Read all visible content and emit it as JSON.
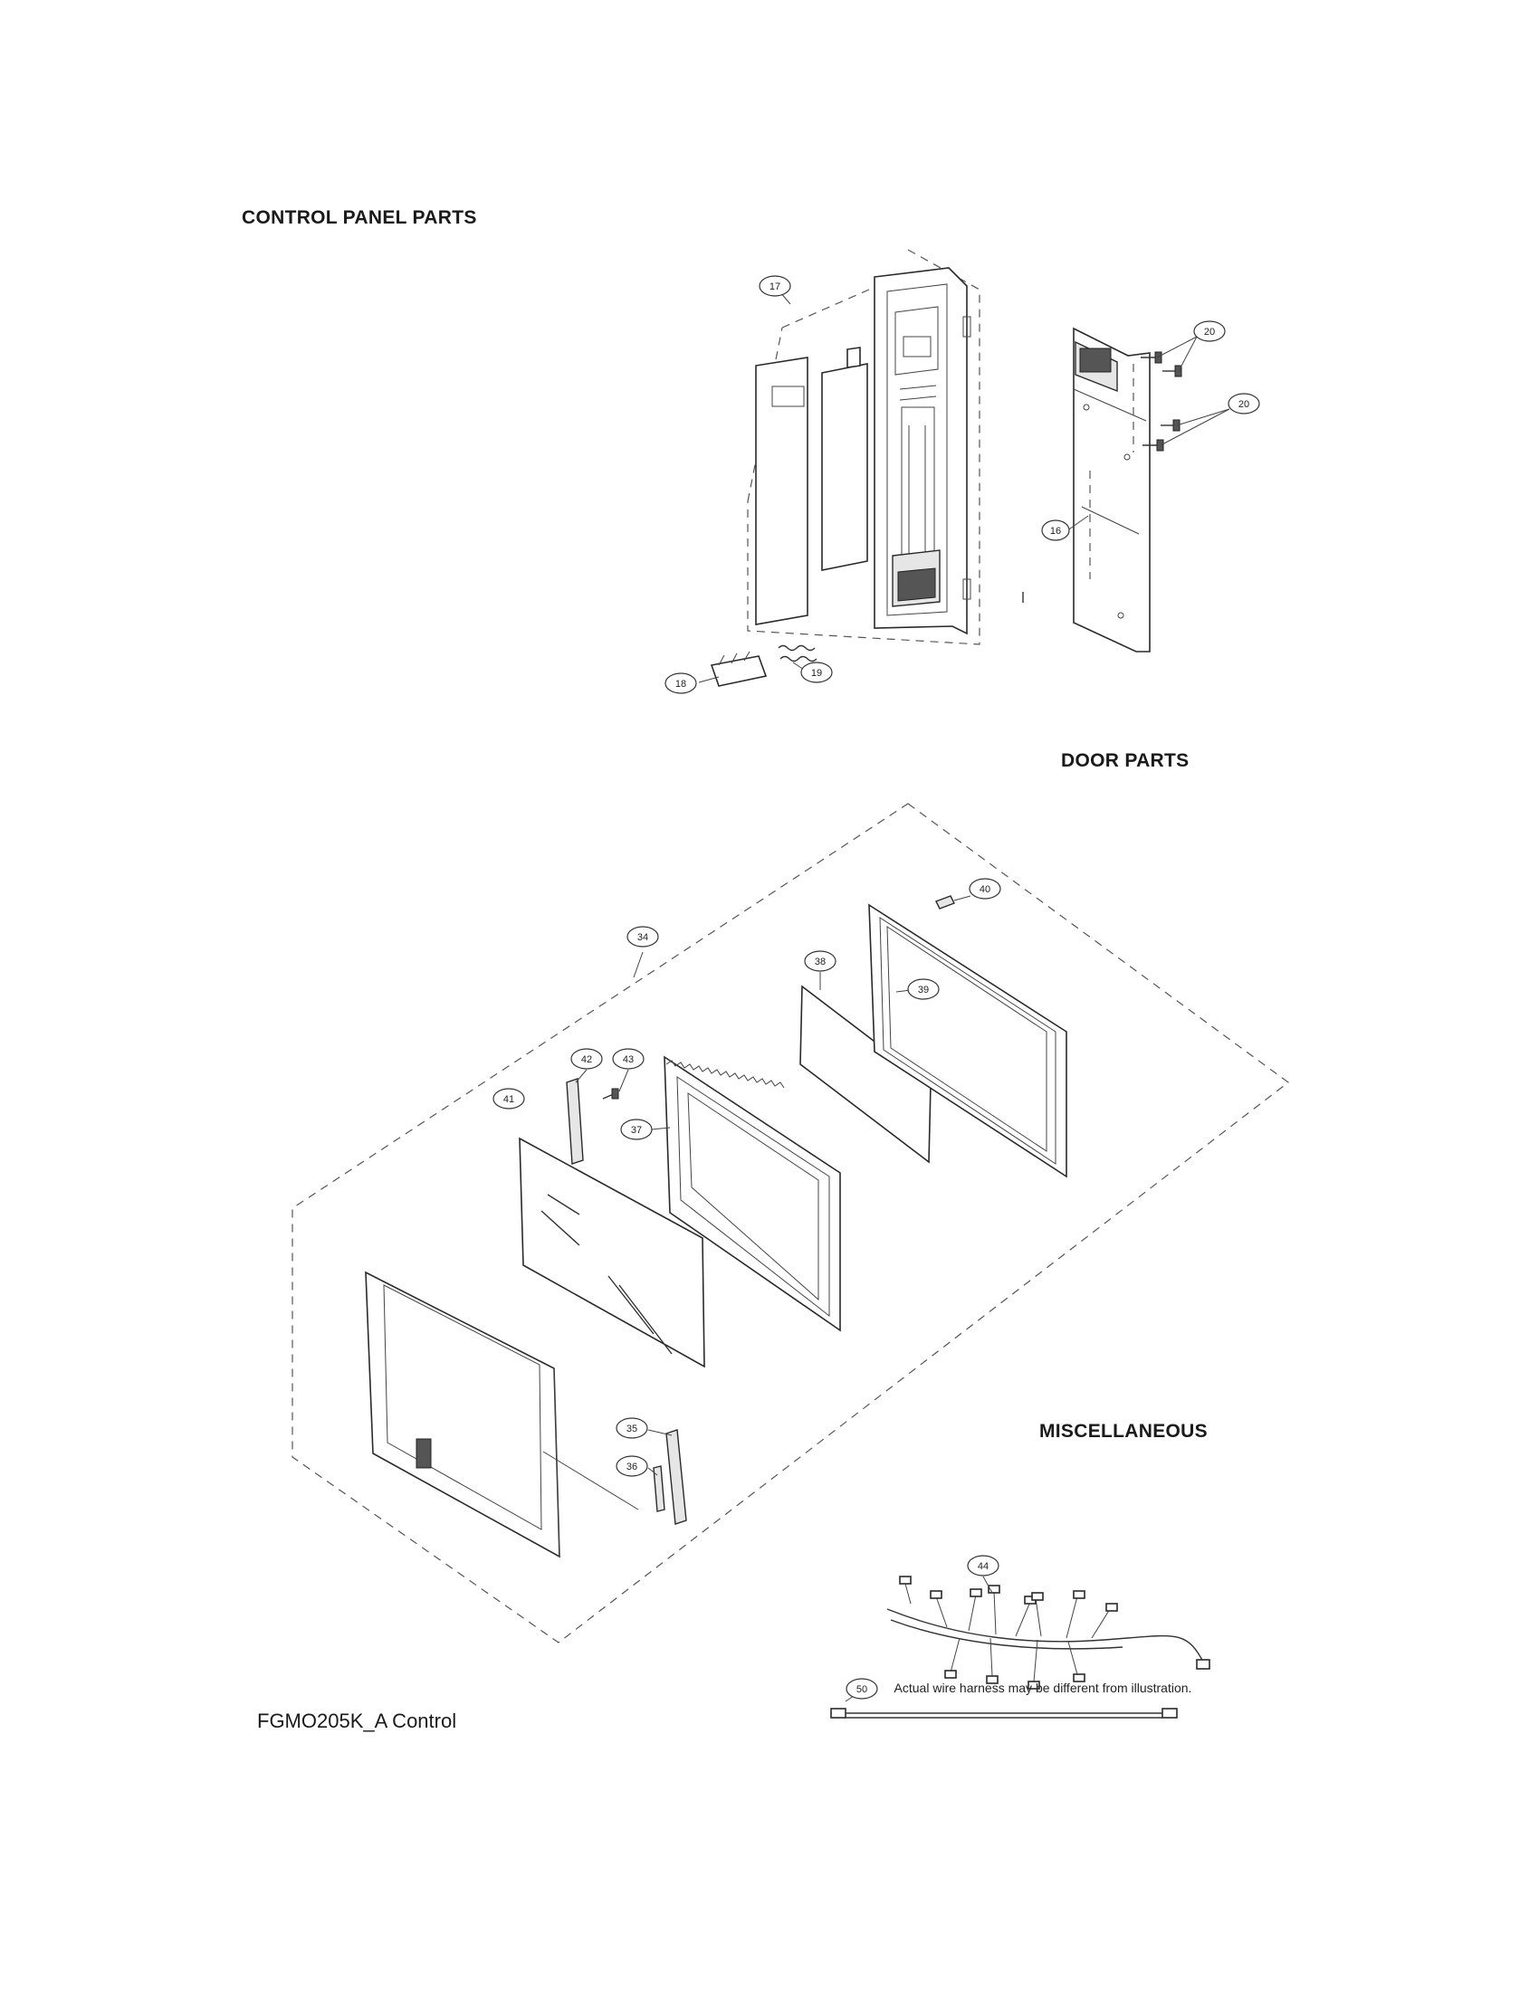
{
  "sections": {
    "control_panel": "CONTROL PANEL PARTS",
    "door": "DOOR PARTS",
    "misc": "MISCELLANEOUS"
  },
  "footer": "FGMO205K_A Control",
  "note": "Actual wire harness may be different from illustration.",
  "callouts": {
    "c17": "17",
    "c20a": "20",
    "c20b": "20",
    "c16": "16",
    "c18": "18",
    "c19": "19",
    "c34": "34",
    "c40": "40",
    "c38": "38",
    "c39": "39",
    "c42": "42",
    "c43": "43",
    "c41": "41",
    "c37": "37",
    "c35": "35",
    "c36": "36",
    "c44": "44",
    "c50": "50"
  }
}
